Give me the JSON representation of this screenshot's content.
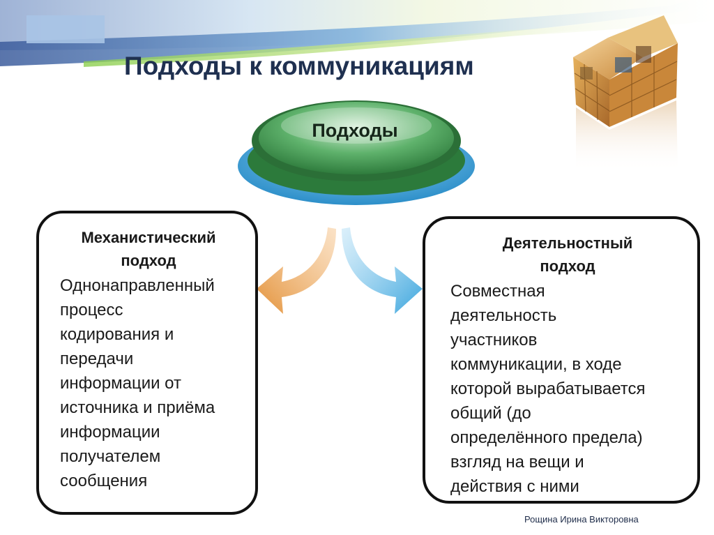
{
  "slide": {
    "title": "Подходы к коммуникациям",
    "footer": "Рощина Ирина Викторовна"
  },
  "center": {
    "label": "Подходы",
    "colors": {
      "inner": "#3f9a55",
      "rim": "#2e7d3e",
      "base": "#3aa3d8"
    }
  },
  "arrows": {
    "left": {
      "direction": "down-left",
      "color": "#e3923a"
    },
    "right": {
      "direction": "down-right",
      "color": "#3ba5dd"
    }
  },
  "cards": {
    "left": {
      "title": "Механистический\nподход",
      "body": "Однонаправленный\nпроцесс\nкодирования и\nпередачи\nинформации от\nисточника и приёма\nинформации\nполучателем\nсообщения"
    },
    "right": {
      "title": "Деятельностный\nподход",
      "body": "Совместная\nдеятельность\nучастников\nкоммуникации, в ходе\nкоторой вырабатывается\nобщий (до\nопределённого предела)\nвзгляд на вещи и\nдействия с ними"
    }
  }
}
